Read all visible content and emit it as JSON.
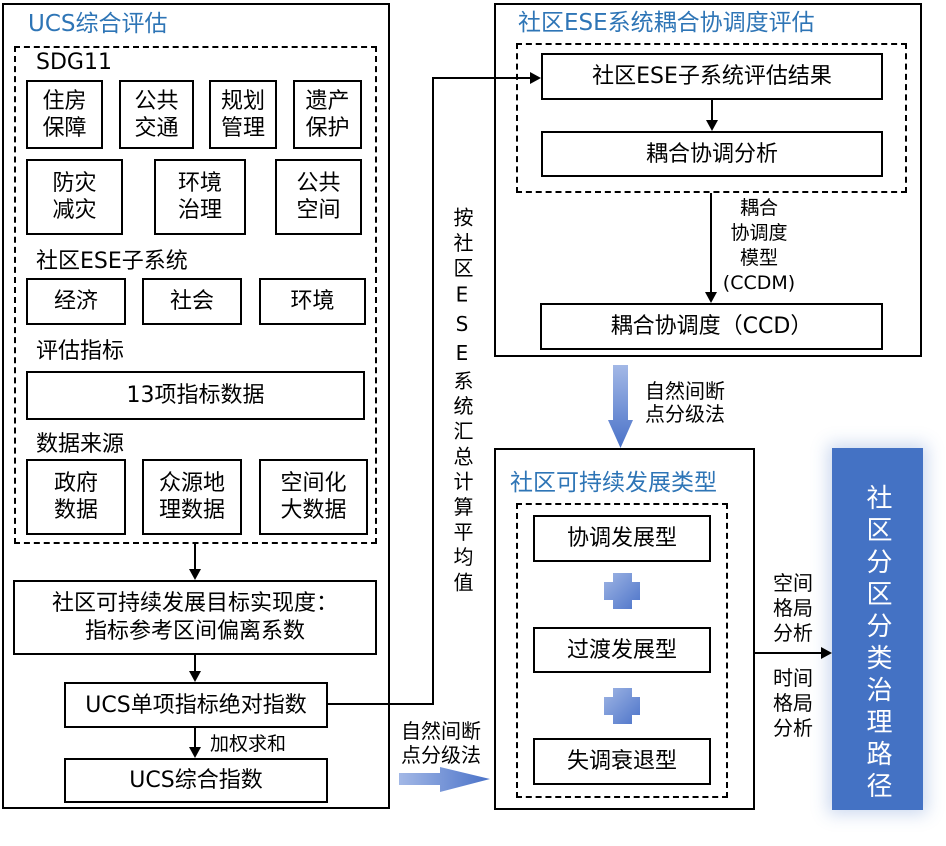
{
  "ucs_panel": {
    "title": "UCS综合评估",
    "sdg": {
      "label": "SDG11",
      "targets": [
        "住房\n保障",
        "公共\n交通",
        "规划\n管理",
        "遗产\n保护",
        "防灾\n减灾",
        "环境\n治理",
        "公共\n空间"
      ]
    },
    "subsystems": {
      "label": "社区ESE子系统",
      "items": [
        "经济",
        "社会",
        "环境"
      ]
    },
    "indicators": {
      "label": "评估指标",
      "item": "13项指标数据"
    },
    "data_sources": {
      "label": "数据来源",
      "items": [
        "政府\n数据",
        "众源地\n理数据",
        "空间化\n大数据"
      ]
    },
    "achievement_box": "社区可持续发展目标实现度：\n指标参考区间偏离系数",
    "single_index_box": "UCS单项指标绝对指数",
    "weighted_sum_label": "加权求和",
    "composite_index_box": "UCS综合指数"
  },
  "aggregation_label": "按社区ESE系统汇总计算平均值",
  "ccd_panel": {
    "title": "社区ESE系统耦合协调度评估",
    "results_box": "社区ESE子系统评估结果",
    "analysis_box": "耦合协调分析",
    "model_label": "耦合\n协调度\n模型\n(CCDM)",
    "ccd_box": "耦合协调度（CCD）"
  },
  "jenks_label_top": "自然间断\n点分级法",
  "jenks_label_bottom": "自然间断\n点分级法",
  "types_panel": {
    "title": "社区可持续发展类型",
    "types": [
      "协调发展型",
      "过渡发展型",
      "失调衰退型"
    ]
  },
  "spatial_label": "空间\n格局\n分析",
  "temporal_label": "时间\n格局\n分析",
  "governance_box": "社区分区分类治理路径",
  "colors": {
    "title_blue": "#2e75b6",
    "governance_blue": "#4472c4",
    "arrow_light": "#a3b8e6",
    "arrow_dark": "#4a72c8"
  }
}
